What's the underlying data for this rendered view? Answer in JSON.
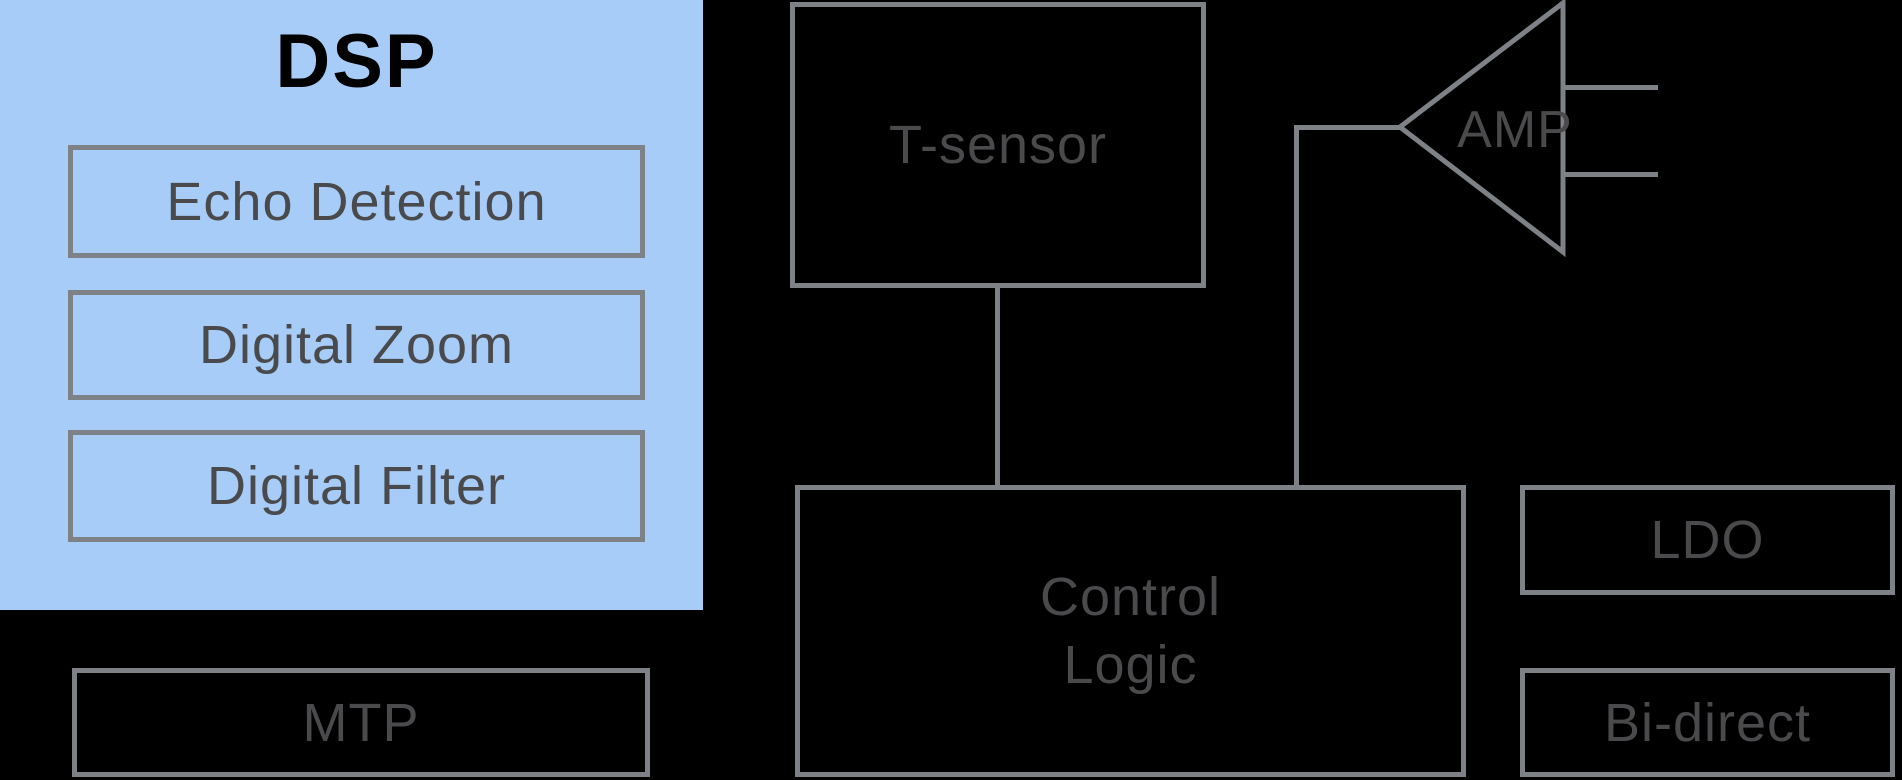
{
  "colors": {
    "background": "#000000",
    "dsp_fill": "#a6ccf7",
    "border_gray": "#7e8186",
    "label_gray": "#4a4a4c",
    "title_black": "#000000"
  },
  "diagram": {
    "dsp": {
      "title": "DSP",
      "sub_blocks": [
        {
          "label": "Echo Detection"
        },
        {
          "label": "Digital Zoom"
        },
        {
          "label": "Digital Filter"
        }
      ]
    },
    "blocks": {
      "mtp": "MTP",
      "t_sensor": "T-sensor",
      "control_logic_line1": "Control",
      "control_logic_line2": "Logic",
      "amp": "AMP",
      "ldo": "LDO",
      "bi_direct": "Bi-direct"
    }
  }
}
